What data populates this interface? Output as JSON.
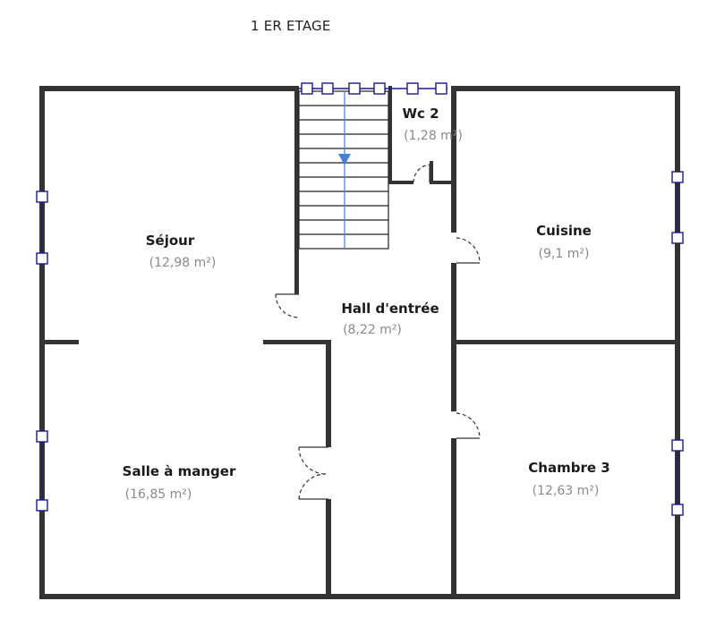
{
  "title": "1 ER ETAGE",
  "rooms": [
    {
      "id": "sejour",
      "name": "Séjour",
      "area": "(12,98 m²)"
    },
    {
      "id": "wc",
      "name": "Wc 2",
      "area": "(1,28 m²)"
    },
    {
      "id": "cuisine",
      "name": "Cuisine",
      "area": "(9,1 m²)"
    },
    {
      "id": "hall",
      "name": "Hall d'entrée",
      "area": "(8,22 m²)"
    },
    {
      "id": "salle",
      "name": "Salle à manger",
      "area": "(16,85 m²)"
    },
    {
      "id": "chambre",
      "name": "Chambre 3",
      "area": "(12,63 m²)"
    }
  ],
  "colors": {
    "wall": "#333333",
    "window": "#1a1a8a",
    "stairs_arrow": "#4a7fd4"
  }
}
